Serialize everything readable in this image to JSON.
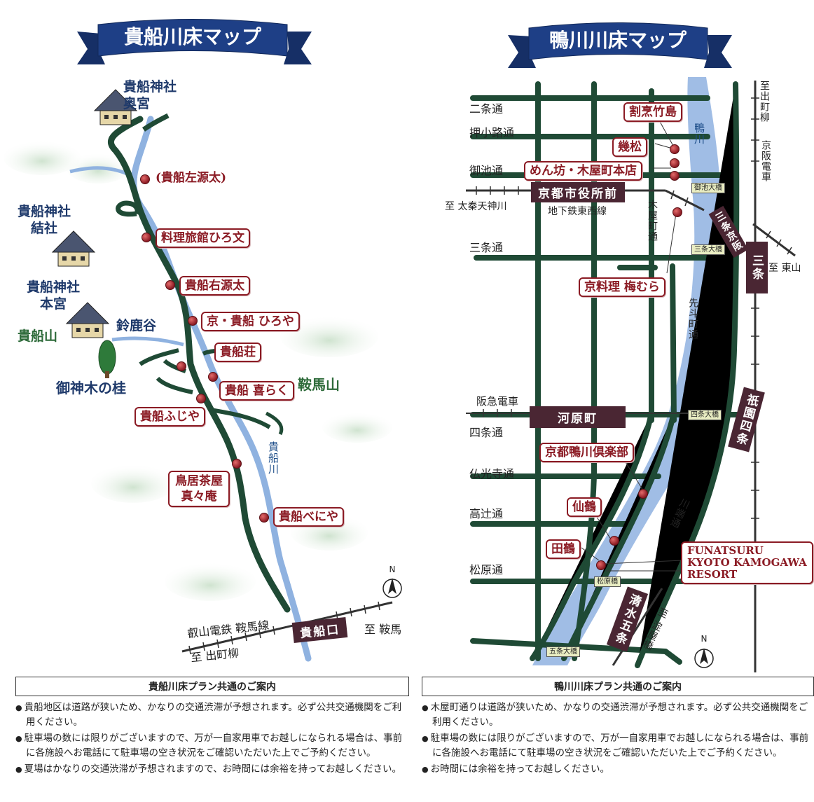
{
  "kibune": {
    "banner": "貴船川床マップ",
    "shrines": [
      {
        "name": "貴船神社\n奥宮"
      },
      {
        "name": "貴船神社\n結社"
      },
      {
        "name": "貴船神社\n本宮"
      }
    ],
    "shops": [
      "(貴船左源太)",
      "料理旅館ひろ文",
      "貴船右源太",
      "京・貴船 ひろや",
      "貴船荘",
      "貴船 喜らく",
      "貴船ふじや",
      "鳥居茶屋\n真々庵",
      "貴船べにや"
    ],
    "places": {
      "valley": "鈴鹿谷",
      "mountain_kibune": "貴船山",
      "tree": "御神木の桂",
      "mountain_kurama": "鞍馬山",
      "river": "貴船川"
    },
    "railway": {
      "line": "叡山電鉄 鞍馬線",
      "to_demachiyanagi": "至 出町柳",
      "to_kurama": "至 鞍馬",
      "station": "貴船口"
    },
    "north": "N"
  },
  "kamo": {
    "banner": "鴨川川床マップ",
    "streets": [
      "二条通",
      "押小路通",
      "御池通",
      "三条通",
      "四条通",
      "仏光寺通",
      "高辻通",
      "松原通"
    ],
    "shops": [
      "割烹竹島",
      "幾松",
      "めん坊・木屋町本店",
      "京料理 梅むら",
      "京都鴨川倶楽部",
      "仙鶴",
      "田鶴",
      "FUNATSURU\nKYOTO KAMOGAWA\nRESORT"
    ],
    "stations": {
      "shiyakusho": "京都市役所前",
      "kawaramachi": "河原町",
      "sanjo": "三条",
      "keihan_sanjo": "三条京阪",
      "gion_shijo": "祇園四条",
      "kiyomizu_gojo": "清水五条"
    },
    "labels": {
      "tozai_line": "地下鉄東西線",
      "to_uzumasa": "至 太秦天神川",
      "to_higashiyama": "至 東山",
      "to_demachiyanagi": "至出町柳",
      "keihan": "京阪電車",
      "hankyu": "阪急電車",
      "kiyamachi": "木屋町通",
      "pontocho": "先斗町通",
      "kawabata": "川端通",
      "river": "鴨川",
      "to_yodoyabashi": "至 淀屋橋"
    },
    "bridges": [
      "御池大橋",
      "三条大橋",
      "四条大橋",
      "松原橋",
      "五条大橋"
    ],
    "north": "N"
  },
  "notices": {
    "kibune_title": "貴船川床プラン共通のご案内",
    "kibune_items": [
      "貴船地区は道路が狭いため、かなりの交通渋滞が予想されます。必ず公共交通機関をご利用ください。",
      "駐車場の数には限りがございますので、万が一自家用車でお越しになられる場合は、事前に各施設へお電話にて駐車場の空き状況をご確認いただいた上でご予約ください。",
      "夏場はかなりの交通渋滞が予想されますので、お時間には余裕を持ってお越しください。"
    ],
    "kamo_title": "鴨川川床プラン共通のご案内",
    "kamo_items": [
      "木屋町通りは道路が狭いため、かなりの交通渋滞が予想されます。必ず公共交通機関をご利用ください。",
      "駐車場の数には限りがございますので、万が一自家用車でお越しになられる場合は、事前に各施設へお電話にて駐車場の空き状況をご確認いただいた上でご予約ください。",
      "お時間には余裕を持ってお越しください。"
    ]
  },
  "colors": {
    "road": "#1f4a35",
    "river": "#8fb2e0",
    "banner": "#1e3f86",
    "shop_border": "#8b1b24",
    "station": "#4a2633"
  }
}
